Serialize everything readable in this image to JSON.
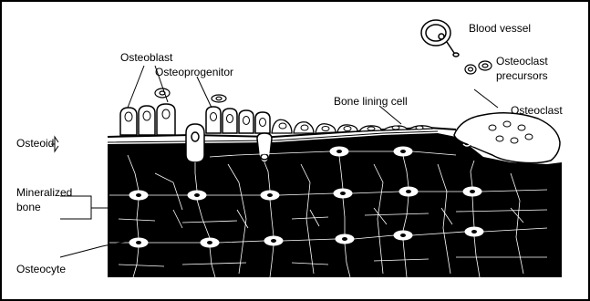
{
  "diagram": {
    "labels": {
      "osteoblast": "Osteoblast",
      "osteoprogenitor": "Osteoprogenitor",
      "blood_vessel": "Blood vessel",
      "osteoclast_precursors_line1": "Osteoclast",
      "osteoclast_precursors_line2": "precursors",
      "bone_lining_cell": "Bone lining cell",
      "osteoclast": "Osteoclast",
      "osteoid": "Osteoid",
      "mineralized_line1": "Mineralized",
      "mineralized_line2": "bone",
      "osteocyte": "Osteocyte"
    },
    "colors": {
      "bone": "#000000",
      "ink": "#000000",
      "paper": "#ffffff"
    }
  }
}
